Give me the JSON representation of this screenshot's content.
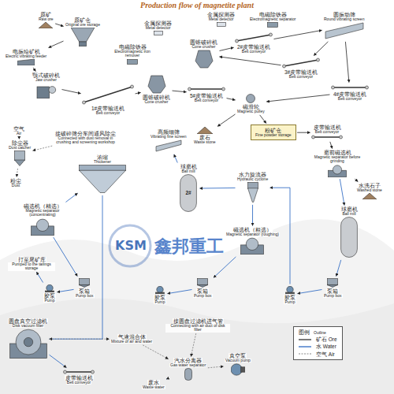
{
  "diagram": {
    "title": "Production flow of magnetite plant",
    "nodes": [
      {
        "text": [
          "原矿",
          "Raw ore"
        ]
      },
      {
        "text": [
          "原矿仓",
          "Original ore storage"
        ]
      },
      {
        "text": [
          "电振给矿机",
          "Electric vibrating feeder"
        ]
      },
      {
        "text": [
          "颚式破碎机",
          "Jaw crusher"
        ]
      },
      {
        "text": [
          "金属探测器",
          "Metal detector"
        ]
      },
      {
        "text": [
          "电磁除铁器",
          "Electromagnetic iron remover"
        ]
      },
      {
        "text": [
          "圆锥破碎机",
          "Cone crusher"
        ]
      },
      {
        "text": [
          "1#皮带输送机",
          "Belt conveyor"
        ]
      },
      {
        "text": [
          "金属探测器",
          "Metal detector"
        ]
      },
      {
        "text": [
          "电磁除铁器",
          "Electromagnetic separator"
        ]
      },
      {
        "text": [
          "圆锥破碎机",
          "Cone crusher"
        ]
      },
      {
        "text": [
          "圆振动筛",
          "Round vibrating screen"
        ]
      },
      {
        "text": [
          "2#皮带输送机",
          "Belt conveyor"
        ]
      },
      {
        "text": [
          "3#皮带输送机",
          "Belt conveyor"
        ]
      },
      {
        "text": [
          "5#皮带输送机",
          "Belt conveyor"
        ]
      },
      {
        "text": [
          "磁滑轮",
          "Magnetic pulley"
        ]
      },
      {
        "text": [
          "4#皮带输送机",
          "Belt conveyor"
        ]
      },
      {
        "text": [
          "废石",
          "Waste stone"
        ]
      },
      {
        "text": [
          "粉矿仓",
          "Fine powder storage"
        ]
      },
      {
        "text": [
          "皮带输送机",
          "Belt conveyor"
        ]
      },
      {
        "text": [
          "磨前磁选机",
          "Magnetic separator before grinding"
        ]
      },
      {
        "text": [
          "空气",
          "Air"
        ]
      },
      {
        "text": [
          "除尘器",
          "Dust catcher"
        ]
      },
      {
        "text": [
          "粉尘",
          "Dust"
        ]
      },
      {
        "text": [
          "接破碎筛分车间通风除尘",
          "Connected with dust removal in crushing and screening workshop"
        ]
      },
      {
        "text": [
          "浓缩",
          "Thickener"
        ]
      },
      {
        "text": [
          "磁选机（精选）",
          "Magnetic separator (concentrating)"
        ]
      },
      {
        "text": [
          "高频细筛",
          "Vibrating fine screen"
        ]
      },
      {
        "text": [
          "球磨机",
          "Ball mill"
        ]
      },
      {
        "text": [
          "水力旋流器",
          "Hydraulic cyclone"
        ]
      },
      {
        "text": [
          "磁选机（粗选）",
          "Magnetic separator (roughing)"
        ]
      },
      {
        "text": [
          "球磨机",
          "Ball mill"
        ]
      },
      {
        "text": [
          "水洗石子",
          "Washed stone"
        ]
      },
      {
        "text": [
          "打至尾矿库",
          "Pumped to the tailings storage"
        ]
      },
      {
        "text": [
          "胶泵",
          "Pump"
        ]
      },
      {
        "text": [
          "泵箱",
          "Pump box"
        ]
      },
      {
        "text": [
          "胶泵",
          "Pump"
        ]
      },
      {
        "text": [
          "泵箱",
          "Pump box"
        ]
      },
      {
        "text": [
          "胶泵",
          "Pump"
        ]
      },
      {
        "text": [
          "泵箱",
          "Pump box"
        ]
      },
      {
        "text": [
          "圆盘真空过滤机",
          "Disk vacuum filter"
        ]
      },
      {
        "text": [
          "气液混合体",
          "Mixture of air and water"
        ]
      },
      {
        "text": [
          "接圆盘过滤机进气管",
          "Connecting with air duct of disk filter"
        ]
      },
      {
        "text": [
          "汽水分离器",
          "Gas water separator"
        ]
      },
      {
        "text": [
          "真空泵",
          "Vacuum pump"
        ]
      },
      {
        "text": [
          "皮带输送机",
          "Belt conveyor"
        ]
      },
      {
        "text": [
          "废水",
          "Waste water"
        ]
      }
    ],
    "edges": [
      {
        "from": 0,
        "to": 1,
        "arrow": "to"
      },
      {
        "from": 1,
        "to": 2,
        "arrow": "to"
      },
      {
        "from": 2,
        "to": 3,
        "arrow": "to"
      },
      {
        "from": 3,
        "to": 7,
        "arrow": "to"
      },
      {
        "from": 7,
        "to": 6,
        "arrow": "to"
      },
      {
        "from": 6,
        "to": 14,
        "arrow": "to"
      },
      {
        "from": 10,
        "to": 12,
        "arrow": "to"
      },
      {
        "from": 12,
        "to": 11,
        "arrow": "to"
      },
      {
        "from": 11,
        "to": 13,
        "arrow": "to"
      },
      {
        "from": 13,
        "to": 10,
        "arrow": "to"
      },
      {
        "from": 11,
        "to": 16,
        "arrow": "to"
      },
      {
        "from": 16,
        "to": 15,
        "arrow": "to"
      },
      {
        "from": 14,
        "to": 15,
        "arrow": "to"
      },
      {
        "from": 15,
        "to": 17,
        "arrow": "to"
      },
      {
        "from": 15,
        "to": 18,
        "arrow": "to"
      },
      {
        "from": 18,
        "to": 19,
        "arrow": "to"
      },
      {
        "from": 19,
        "to": 20,
        "arrow": "to"
      },
      {
        "from": 20,
        "to": 32,
        "arrow": "to"
      },
      {
        "from": 20,
        "to": 31,
        "arrow": "to"
      },
      {
        "from": 31,
        "to": 39,
        "arrow": "to"
      },
      {
        "from": 39,
        "to": 38,
        "arrow": "to"
      },
      {
        "from": 38,
        "to": 29,
        "arrow": "to"
      },
      {
        "from": 29,
        "to": 28,
        "arrow": "to"
      },
      {
        "from": 28,
        "to": 27,
        "arrow": "to"
      },
      {
        "from": 29,
        "to": 30,
        "arrow": "to"
      },
      {
        "from": 30,
        "to": 37,
        "arrow": "to"
      },
      {
        "from": 37,
        "to": 36,
        "arrow": "to"
      },
      {
        "from": 26,
        "to": 25,
        "arrow": "to"
      },
      {
        "from": 25,
        "to": 40,
        "arrow": "to"
      },
      {
        "from": 40,
        "to": 45,
        "arrow": "to"
      },
      {
        "from": 40,
        "to": 41,
        "arrow": "to"
      },
      {
        "from": 41,
        "to": 43,
        "arrow": "to"
      },
      {
        "from": 42,
        "to": 43,
        "arrow": "to"
      },
      {
        "from": 43,
        "to": 44,
        "arrow": "to"
      },
      {
        "from": 43,
        "to": 46,
        "arrow": "to"
      },
      {
        "from": 26,
        "to": 35,
        "arrow": "to"
      },
      {
        "from": 35,
        "to": 34,
        "arrow": "to"
      },
      {
        "from": 34,
        "to": 33,
        "arrow": "to"
      },
      {
        "from": 21,
        "to": 22,
        "arrow": "to"
      },
      {
        "from": 24,
        "to": 22,
        "arrow": "to"
      },
      {
        "from": 22,
        "to": 23,
        "arrow": "to"
      }
    ],
    "labels": [
      "KSM",
      "鑫邦重工",
      "2#",
      "图例",
      "Outline"
    ],
    "legend": [
      {
        "text": "矿石 Ore"
      },
      {
        "text": "水 Water"
      },
      {
        "text": "空气 Air"
      }
    ]
  }
}
